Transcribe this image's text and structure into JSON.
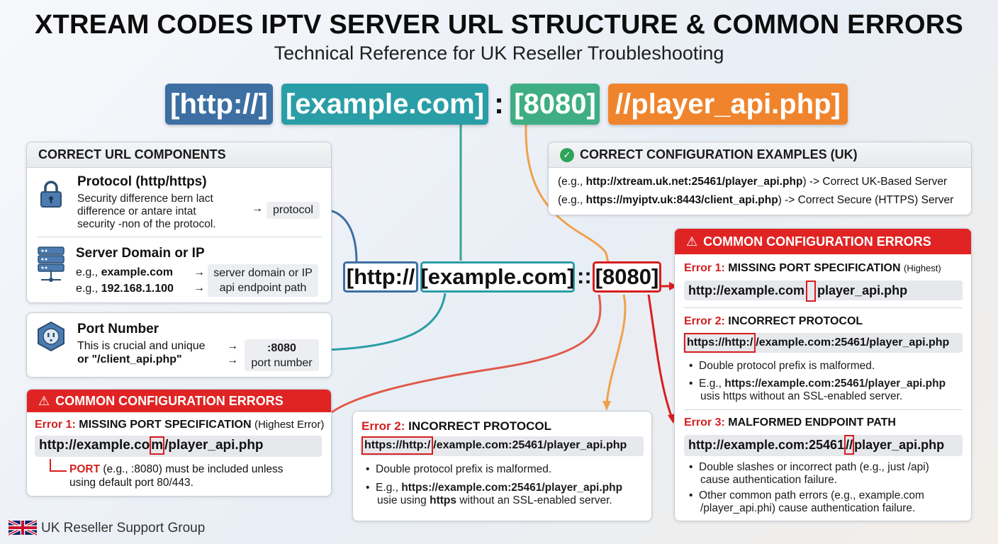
{
  "header": {
    "title": "XTREAM CODES IPTV SERVER URL STRUCTURE & COMMON ERRORS",
    "subtitle": "Technical Reference for UK Reseller Troubleshooting"
  },
  "url_bar": {
    "protocol": "[http://]",
    "domain": "[example.com]",
    "separator": ":",
    "port": "[8080]",
    "path": "//player_api.php]"
  },
  "middle_url": {
    "protocol": "[http://",
    "domain": "[example.com]",
    "separator": "::",
    "port": "[8080]"
  },
  "components_panel": {
    "header": "CORRECT URL COMPONENTS",
    "protocol": {
      "title": "Protocol (http/https)",
      "lines": [
        "Security difference bern lact",
        "difference or antare intat",
        "security -non of the protocol."
      ],
      "arrow": "→",
      "tag": "protocol"
    },
    "server": {
      "title": "Server Domain or IP",
      "ex_prefix": "e.g., ",
      "ex1": "example.com",
      "ex2": "192.168.1.100",
      "arrow": "→",
      "tag1": "server domain or IP",
      "tag2": "api endpoint path"
    },
    "port": {
      "title": "Port Number",
      "line1": "This is crucial and unique",
      "line2": "or \"/client_api.php\"",
      "arrow": "→",
      "tag1": ":8080",
      "tag2": "port number"
    }
  },
  "errors_left": {
    "header": "COMMON CONFIGURATION ERRORS",
    "err1_label": "Error 1:",
    "err1_title": "MISSING PORT SPECIFICATION",
    "err1_note": "(Highest Error)",
    "err1_url_a": "http://example.co",
    "err1_url_hl": "m",
    "err1_url_b": "/player_api.php",
    "err1_port": "PORT",
    "err1_desc_a": "(e.g., :8080) must be included unless",
    "err1_desc_b": "using default port 80/443."
  },
  "error_center": {
    "label": "Error 2:",
    "title": "INCORRECT PROTOCOL",
    "url_hl": "https://http:/",
    "url_rest": "/example.com:25461/player_api.php",
    "b1": "Double protocol prefix is malformed.",
    "b2_prefix": "E.g., ",
    "b2_url": "https://example.com:25461/player_api.php",
    "b2_line2a": "usie using ",
    "b2_line2b": "https",
    "b2_line2c": " without an SSL-enabled server."
  },
  "config_examples": {
    "header": "CORRECT CONFIGURATION EXAMPLES (UK)",
    "ex_open": "(e.g., ",
    "ex1_url": "http://xtream.uk.net:25461/player_api.php",
    "ex1_desc": ") -> Correct UK-Based Server",
    "ex2_url": "https://myiptv.uk:8443/client_api.php",
    "ex2_desc": ") -> Correct Secure (HTTPS) Server"
  },
  "errors_right": {
    "header": "COMMON CONFIGURATION ERRORS",
    "e1_label": "Error 1:",
    "e1_title": "MISSING PORT SPECIFICATION",
    "e1_note": "(Highest)",
    "e1_url_a": "http://example.com",
    "e1_url_b": "player_api.php",
    "e2_label": "Error 2:",
    "e2_title": "INCORRECT PROTOCOL",
    "e2_url_hl": "https://http:/",
    "e2_url_rest": "/example.com:25461/player_api.php",
    "e2_b1": "Double protocol prefix is malformed.",
    "e2_b2_prefix": "E.g., ",
    "e2_b2_url": "https://example.com:25461/player_api.php",
    "e2_b2_line2": "usis https without an SSL-enabled server.",
    "e3_label": "Error 3:",
    "e3_title": "MALFORMED ENDPOINT PATH",
    "e3_url_a": "http://example.com:25461",
    "e3_url_hl": "//",
    "e3_url_b": "player_api.php",
    "e3_b1a": "Double slashes or incorrect path (e.g., just /api)",
    "e3_b1b": "cause authentication failure.",
    "e3_b2a": "Other common path errors (e.g., example.com",
    "e3_b2b": "/player_api.phi) cause authentication failure."
  },
  "footer": {
    "text": "UK Reseller Support Group"
  },
  "colors": {
    "protocol": "#3d6fa3",
    "domain": "#2a9ea6",
    "port": "#3fae85",
    "path": "#f0842c",
    "error_red": "#e02424"
  }
}
